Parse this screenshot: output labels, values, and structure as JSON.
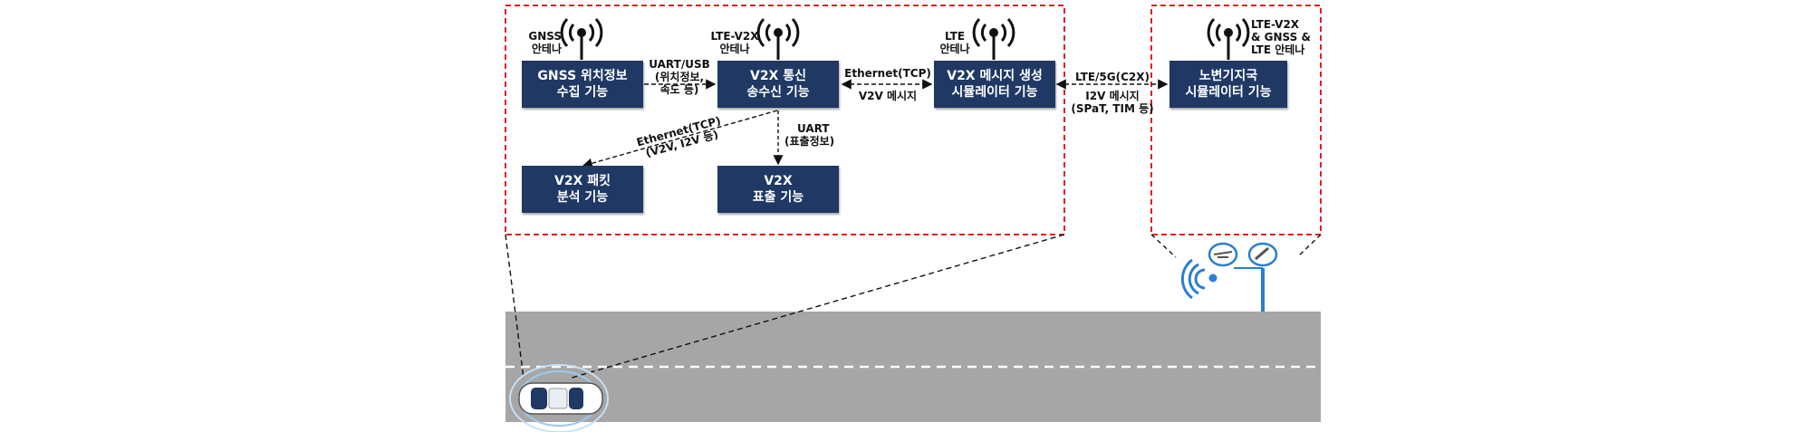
{
  "colors": {
    "box_fill": "#1f3864",
    "region_border": "#e02020",
    "road": "#a6a6a6",
    "wireless": "#2a7fd0"
  },
  "boxes": {
    "gnss": [
      "GNSS 위치정보",
      "수집 기능"
    ],
    "v2x_comm": [
      "V2X 통신",
      "송수신 기능"
    ],
    "msg_sim": [
      "V2X 메시지 생성",
      "시뮬레이터 기능"
    ],
    "rsu_sim": [
      "노변기지국",
      "시뮬레이터 기능"
    ],
    "packet": [
      "V2X 패킷",
      "분석 기능"
    ],
    "display": [
      "V2X",
      "표출 기능"
    ]
  },
  "antennas": {
    "gnss": [
      "GNSS",
      "안테나"
    ],
    "lte_v2x": [
      "LTE-V2X",
      "안테나"
    ],
    "lte": [
      "LTE",
      "안테나"
    ],
    "rsu": [
      "LTE-V2X",
      "& GNSS &",
      "LTE 안테나"
    ]
  },
  "links": {
    "uart_usb": [
      "UART/USB",
      "(위치정보,",
      "속도 등)"
    ],
    "eth_tcp_top": "Ethernet(TCP)",
    "v2v_msg": "V2V 메시지",
    "lte_5g": "LTE/5G(C2X)",
    "i2v_msg": [
      "I2V 메시지",
      "(SPaT, TIM 등)"
    ],
    "eth_tcp_diag": [
      "Ethernet(TCP)",
      "(V2V, I2V 등)"
    ],
    "uart_display": [
      "UART",
      "(표출정보)"
    ]
  },
  "icons": [
    "antenna-icon",
    "car-icon",
    "roadside-unit-icon",
    "wireless-signal-icon"
  ]
}
